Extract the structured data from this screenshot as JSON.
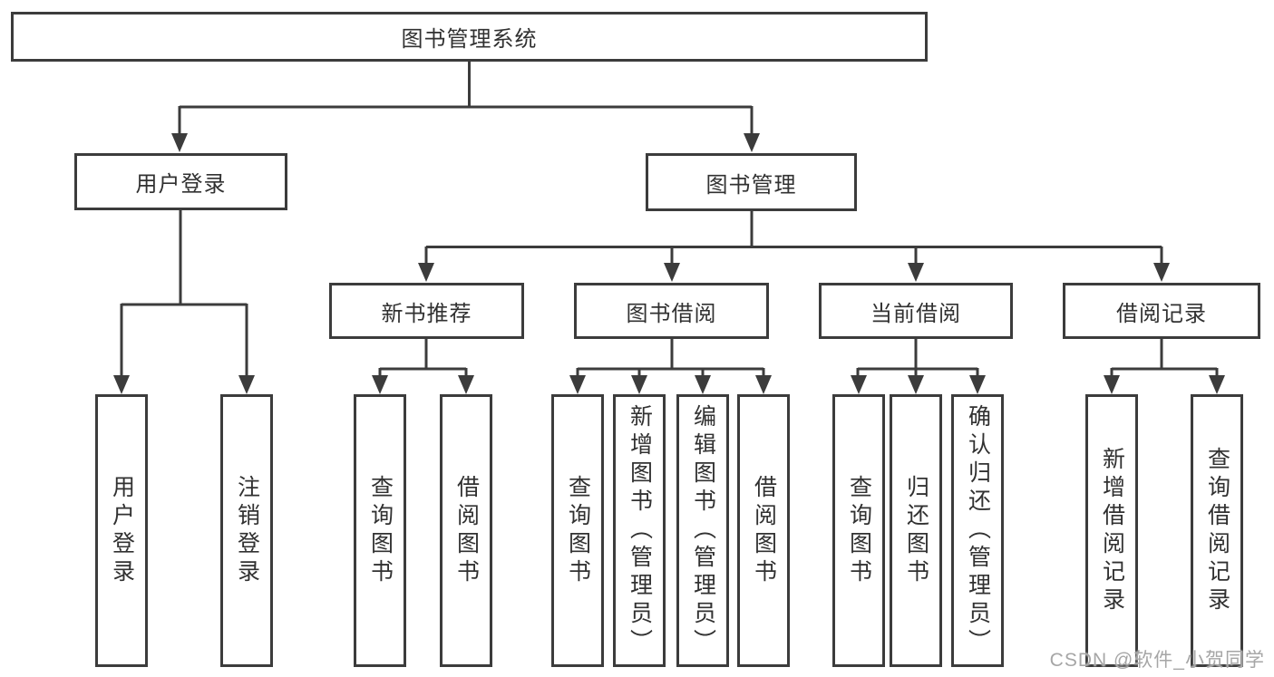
{
  "tree": {
    "label": "图书管理系统",
    "children": [
      {
        "label": "用户登录",
        "children": [
          {
            "label": "用户登录"
          },
          {
            "label": "注销登录"
          }
        ]
      },
      {
        "label": "图书管理",
        "children": [
          {
            "label": "新书推荐",
            "children": [
              {
                "label": "查询图书"
              },
              {
                "label": "借阅图书"
              }
            ]
          },
          {
            "label": "图书借阅",
            "children": [
              {
                "label": "查询图书"
              },
              {
                "label": "新增图书（管理员）"
              },
              {
                "label": "编辑图书（管理员）"
              },
              {
                "label": "借阅图书"
              }
            ]
          },
          {
            "label": "当前借阅",
            "children": [
              {
                "label": "查询图书"
              },
              {
                "label": "归还图书"
              },
              {
                "label": "确认归还（管理员）"
              }
            ]
          },
          {
            "label": "借阅记录",
            "children": [
              {
                "label": "新增借阅记录"
              },
              {
                "label": "查询借阅记录"
              }
            ]
          }
        ]
      }
    ]
  },
  "watermark": {
    "text": "CSDN @软件_小贺同学"
  },
  "colors": {
    "line": "#3c3c3c",
    "box_border": "#3c3c3c",
    "text": "#313131",
    "watermark": "#a6a6a6",
    "background": "#ffffff"
  }
}
